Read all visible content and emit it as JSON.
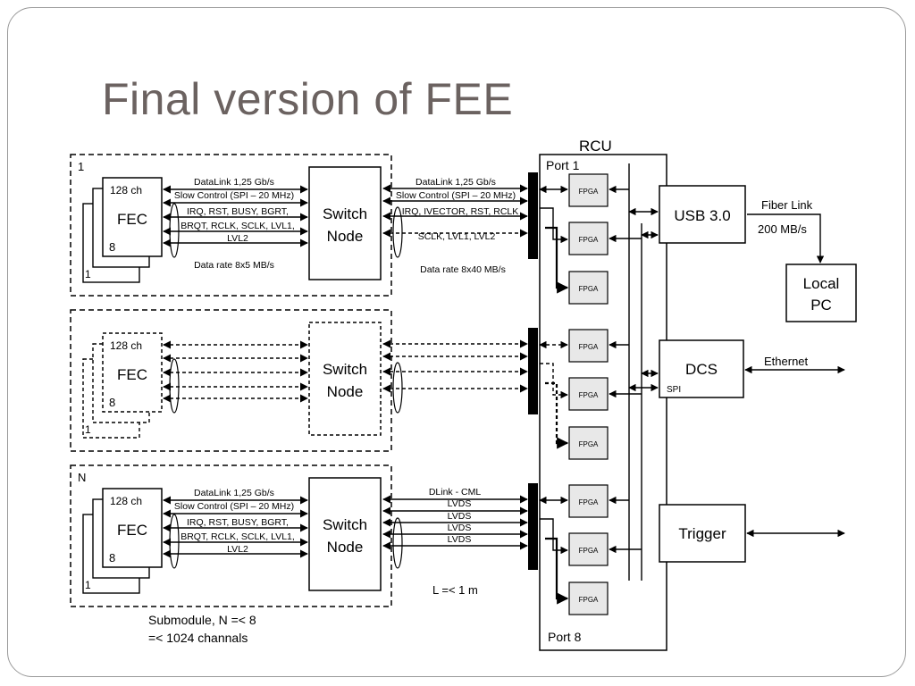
{
  "slide": {
    "title": "Final version of FEE"
  },
  "submodules": [
    {
      "index_label": "1",
      "fec_channels": "128 ch",
      "fec_label": "FEC",
      "fec_count": "8",
      "fec_back_label": "1",
      "switch_label_line1": "Switch",
      "switch_label_line2": "Node",
      "left_links": [
        "DataLink 1,25 Gb/s",
        "Slow Control (SPI – 20 MHz)",
        "IRQ, RST, BUSY, BGRT,",
        "BRQT, RCLK, SCLK, LVL1,",
        "LVL2"
      ],
      "left_rate": "Data rate 8x5 MB/s",
      "right_links": [
        "DataLink 1,25 Gb/s",
        "Slow Control (SPI – 20 MHz)",
        "IRQ, IVECTOR,  RST, RCLK",
        "SCLK, LVL1, LVL2"
      ],
      "right_rate": "Data rate 8x40 MB/s",
      "port_label": "Port 1"
    },
    {
      "index_label": "",
      "fec_channels": "128 ch",
      "fec_label": "FEC",
      "fec_count": "8",
      "fec_back_label": "1",
      "switch_label_line1": "Switch",
      "switch_label_line2": "Node"
    },
    {
      "index_label": "N",
      "fec_channels": "128 ch",
      "fec_label": "FEC",
      "fec_count": "8",
      "fec_back_label": "1",
      "switch_label_line1": "Switch",
      "switch_label_line2": "Node",
      "left_links": [
        "DataLink 1,25 Gb/s",
        "Slow Control (SPI – 20 MHz)",
        "IRQ, RST, BUSY, BGRT,",
        "BRQT, RCLK, SCLK, LVL1,",
        "LVL2"
      ],
      "right_links": [
        "DLink - CML",
        "LVDS",
        "LVDS",
        "LVDS",
        "LVDS"
      ],
      "port_label": "Port 8"
    }
  ],
  "rcu": {
    "label": "RCU",
    "fpga_label": "FPGA"
  },
  "usb": {
    "label": "USB 3.0",
    "fiber_label": "Fiber Link",
    "fiber_rate": "200 MB/s"
  },
  "local_pc": {
    "line1": "Local",
    "line2": "PC"
  },
  "dcs": {
    "label": "DCS",
    "spi_label": "SPI",
    "ethernet_label": "Ethernet"
  },
  "trigger": {
    "label": "Trigger"
  },
  "notes": {
    "cable_length": "L =< 1 m",
    "submodule_line1": "Submodule, N =< 8",
    "submodule_line2": "=< 1024 channals"
  }
}
